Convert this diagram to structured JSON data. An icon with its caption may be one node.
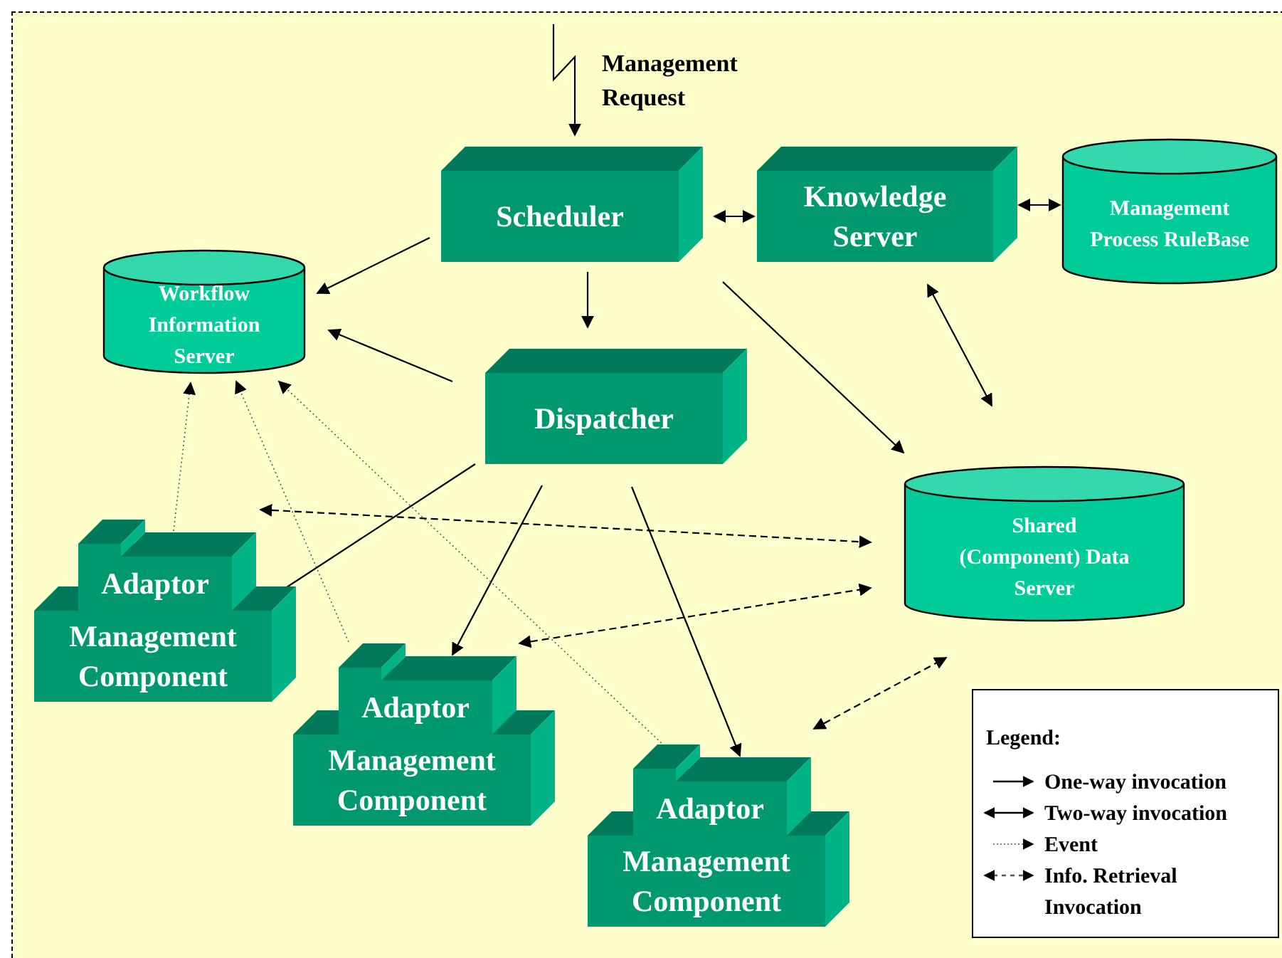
{
  "diagram": {
    "nodes": [
      {
        "text": [
          "Scheduler"
        ]
      },
      {
        "text": [
          "Knowledge Server"
        ]
      },
      {
        "text": [
          "Management Process RuleBase"
        ]
      },
      {
        "text": [
          "Workflow Information Server"
        ]
      },
      {
        "text": [
          "Dispatcher"
        ]
      },
      {
        "text": [
          "Shared (Component) Data Server"
        ]
      },
      {
        "text": [
          "Management Component"
        ]
      },
      {
        "text": [
          "Adaptor"
        ]
      },
      {
        "text": [
          "Management Component"
        ]
      },
      {
        "text": [
          "Adaptor"
        ]
      },
      {
        "text": [
          "Management Component"
        ]
      },
      {
        "text": [
          "Adaptor"
        ]
      }
    ],
    "edges": [
      {
        "from": null,
        "to": 0,
        "arrow": "to"
      },
      {
        "from": 0,
        "to": 1,
        "arrow": "both"
      },
      {
        "from": 1,
        "to": 2,
        "arrow": "both"
      },
      {
        "from": 0,
        "to": 3,
        "arrow": "to"
      },
      {
        "from": 0,
        "to": 4,
        "arrow": "to"
      },
      {
        "from": 4,
        "to": 3,
        "arrow": "to"
      },
      {
        "from": 0,
        "to": 5,
        "arrow": "to"
      },
      {
        "from": 1,
        "to": 5,
        "arrow": "both"
      },
      {
        "from": 4,
        "to": 7,
        "arrow": "to"
      },
      {
        "from": 4,
        "to": 9,
        "arrow": "to"
      },
      {
        "from": 4,
        "to": 11,
        "arrow": "to"
      },
      {
        "from": 7,
        "to": 3,
        "arrow": "to",
        "style": "dashed",
        "color": "#555555"
      },
      {
        "from": 9,
        "to": 3,
        "arrow": "to",
        "style": "dashed",
        "color": "#555555"
      },
      {
        "from": 11,
        "to": 3,
        "arrow": "to",
        "style": "dashed",
        "color": "#555555"
      },
      {
        "from": 7,
        "to": 5,
        "arrow": "both",
        "style": "dashed"
      },
      {
        "from": 9,
        "to": 5,
        "arrow": "both",
        "style": "dashed"
      },
      {
        "from": 11,
        "to": 5,
        "arrow": "both",
        "style": "dashed"
      }
    ],
    "labels": [
      "Management Request",
      "Legend:"
    ],
    "legend": [
      {
        "text": "One-way invocation"
      },
      {
        "text": "Two-way invocation"
      },
      {
        "text": "Event"
      },
      {
        "text": "Info. Retrieval Invocation"
      }
    ]
  }
}
